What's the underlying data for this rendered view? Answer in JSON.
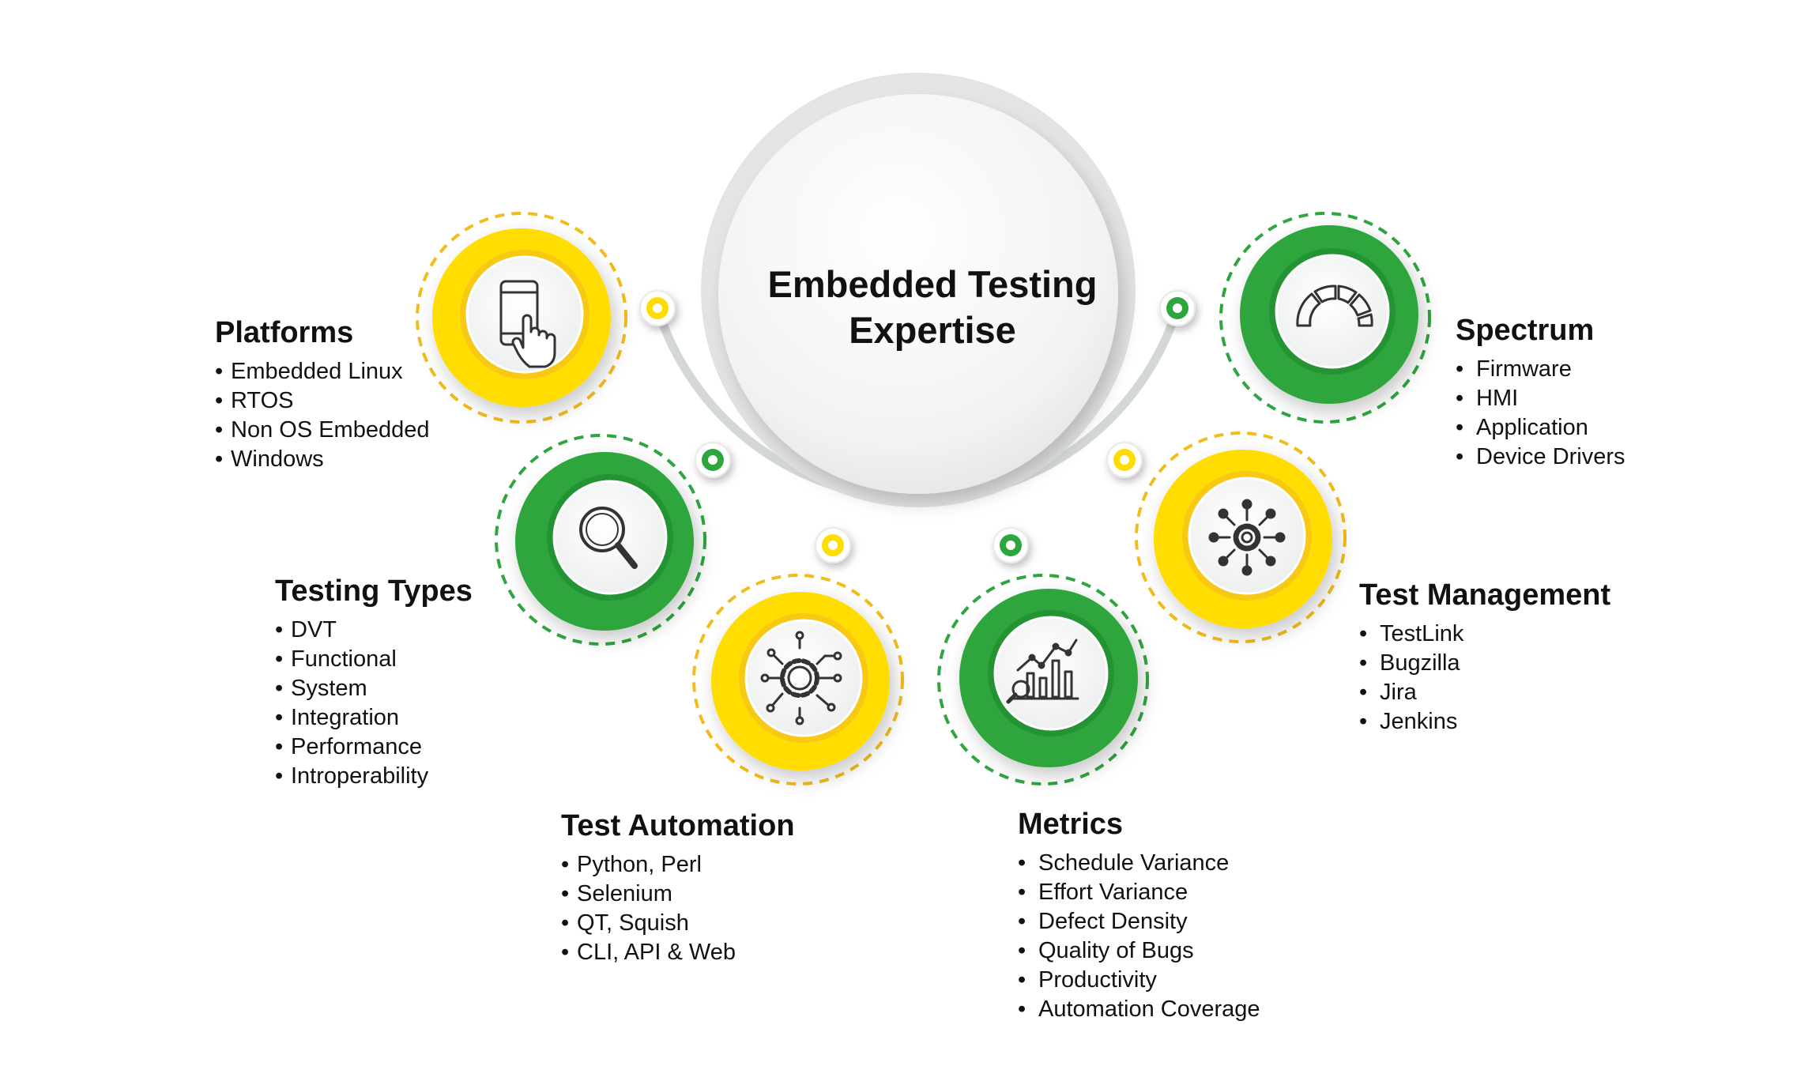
{
  "center": {
    "line1": "Embedded Testing",
    "line2": "Expertise"
  },
  "colors": {
    "yellow": "#FFDD00",
    "green": "#2EA63E",
    "rail": "#D4D8D5",
    "text": "#111111"
  },
  "sections": {
    "platforms": {
      "title": "Platforms",
      "icon": "touch-phone-icon",
      "items": [
        "Embedded Linux",
        "RTOS",
        "Non OS Embedded",
        "Windows"
      ]
    },
    "testing_types": {
      "title": "Testing Types",
      "icon": "magnifier-icon",
      "items": [
        "DVT",
        "Functional",
        "System",
        "Integration",
        "Performance",
        "Introperability"
      ]
    },
    "test_automation": {
      "title": "Test Automation",
      "icon": "gear-circuit-icon",
      "items": [
        "Python, Perl",
        "Selenium",
        "QT, Squish",
        "CLI, API & Web"
      ]
    },
    "metrics": {
      "title": "Metrics",
      "icon": "analytics-chart-icon",
      "items": [
        "Schedule Variance",
        "Effort Variance",
        "Defect Density",
        "Quality of Bugs",
        "Productivity",
        "Automation Coverage"
      ]
    },
    "test_management": {
      "title": "Test Management",
      "icon": "network-gear-icon",
      "items": [
        "TestLink",
        "Bugzilla",
        "Jira",
        "Jenkins"
      ]
    },
    "spectrum": {
      "title": "Spectrum",
      "icon": "gauge-icon",
      "items": [
        "Firmware",
        "HMI",
        "Application",
        "Device Drivers"
      ]
    }
  }
}
